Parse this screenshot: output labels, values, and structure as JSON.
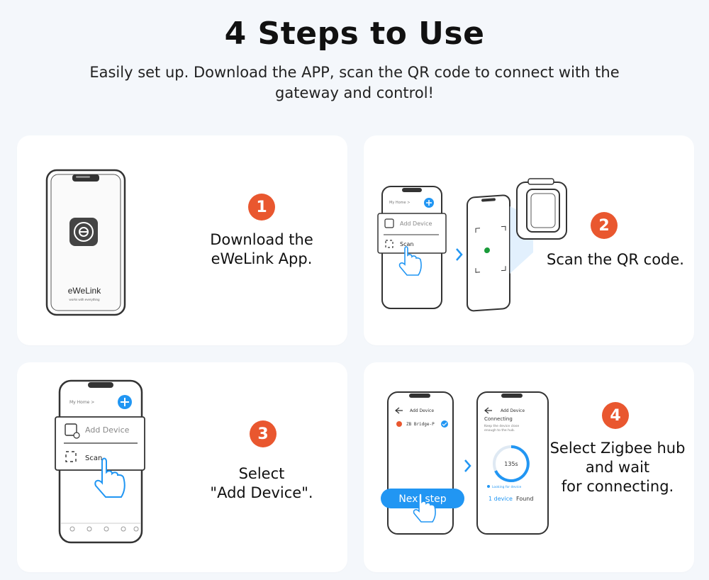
{
  "header": {
    "title": "4 Steps to Use",
    "subtitle": "Easily set up. Download the APP, scan the QR code to connect with the gateway and control!"
  },
  "steps": [
    {
      "number": "1",
      "line1": "Download the",
      "line2": "eWeLink App.",
      "app_name": "eWeLink",
      "app_tagline": "works with everything"
    },
    {
      "number": "2",
      "line1": "Scan the QR code.",
      "home_label": "My Home >",
      "menu_add": "Add Device",
      "menu_scan": "Scan"
    },
    {
      "number": "3",
      "line1": "Select",
      "line2": "\"Add Device\".",
      "home_label": "My Home >",
      "menu_add": "Add Device",
      "menu_scan": "Scan"
    },
    {
      "number": "4",
      "line1": "Select Zigbee hub",
      "line2": "and wait",
      "line3": "for connecting.",
      "screen1_title": "Add Device",
      "device_name": "ZB Bridge-P",
      "next_button": "Next step",
      "screen2_title": "Add Device",
      "connecting": "Connecting",
      "connecting_hint1": "Keep the device close",
      "connecting_hint2": "enough to the hub.",
      "timer": "135s",
      "looking": "Looking for device",
      "found_count": "1 device",
      "found_label": "Found"
    }
  ],
  "colors": {
    "badge": "#e9572f",
    "accent_blue": "#2196f3",
    "card_bg": "#ffffff",
    "page_bg": "#f4f7fb"
  }
}
